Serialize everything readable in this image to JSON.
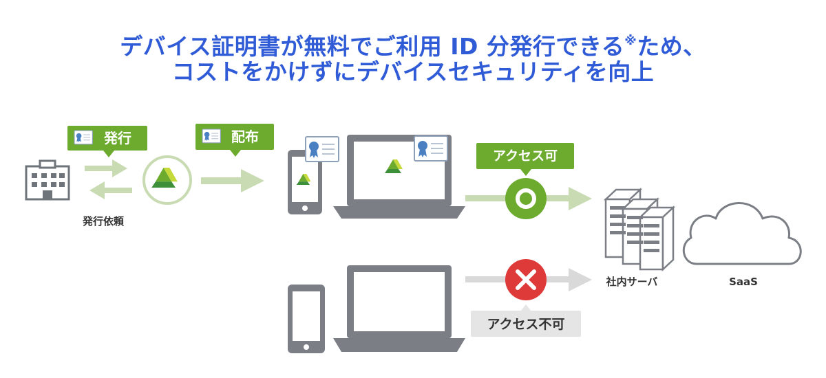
{
  "headline": {
    "line1": "デバイス証明書が無料でご利用 ID 分発行できる",
    "line1_mark": "※",
    "line1_tail": "ため、",
    "line2": "コストをかけずにデバイスセキュリティを向上"
  },
  "labels": {
    "issue": "発行",
    "distribute": "配布",
    "issue_request": "発行依頼",
    "access_ok": "アクセス可",
    "access_ng": "アクセス不可",
    "server": "社内サーバ",
    "saas": "SaaS"
  },
  "icons": {
    "company": "office-building-icon",
    "certificate": "certificate-card-icon",
    "logo": "green-triangle-logo-icon",
    "phone": "smartphone-icon",
    "laptop": "laptop-icon",
    "server": "server-rack-icon",
    "cloud": "cloud-icon",
    "ok": "circle-ok-icon",
    "ng": "cross-ng-icon"
  },
  "colors": {
    "headline": "#2f5bd6",
    "green": "#6cab2e",
    "light_green": "#c9dbb2",
    "gray": "#7b7f85",
    "light_gray": "#d9d9d9",
    "red": "#de3a3a"
  }
}
